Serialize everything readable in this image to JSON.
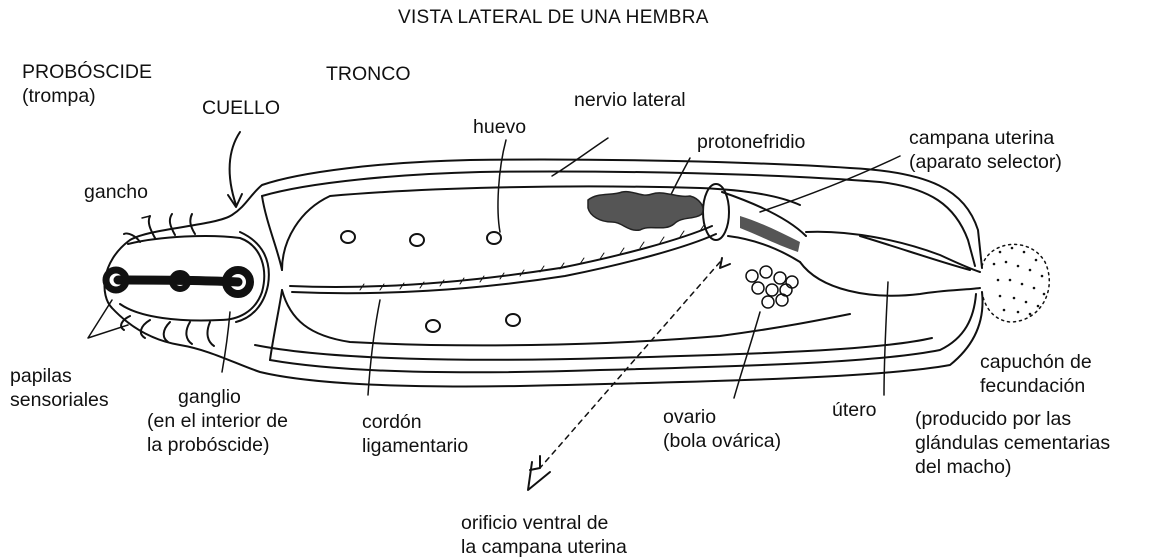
{
  "title": "VISTA LATERAL DE UNA HEMBRA",
  "labels": {
    "proboscide": [
      "PROBÓSCIDE",
      "(trompa)"
    ],
    "tronco": "TRONCO",
    "cuello": "CUELLO",
    "gancho": "gancho",
    "nervio_lateral": "nervio lateral",
    "huevo": "huevo",
    "protonefridio": "protonefridio",
    "campana_uterina": [
      "campana uterina",
      "(aparato selector)"
    ],
    "papilas": [
      "papilas",
      "sensoriales"
    ],
    "ganglio": [
      "ganglio",
      "(en el interior de",
      "la probóscide)"
    ],
    "cordon": [
      "cordón",
      "ligamentario"
    ],
    "ovario": [
      "ovario",
      "(bola ovárica)"
    ],
    "utero": "útero",
    "capuchon": [
      "capuchón de",
      "fecundación"
    ],
    "producido": [
      "(producido por las",
      "glándulas cementarias",
      "del macho)"
    ],
    "orificio": [
      "orificio ventral de",
      "la campana uterina"
    ]
  },
  "colors": {
    "ink": "#111111",
    "shade": "#555555",
    "background": "#ffffff"
  }
}
